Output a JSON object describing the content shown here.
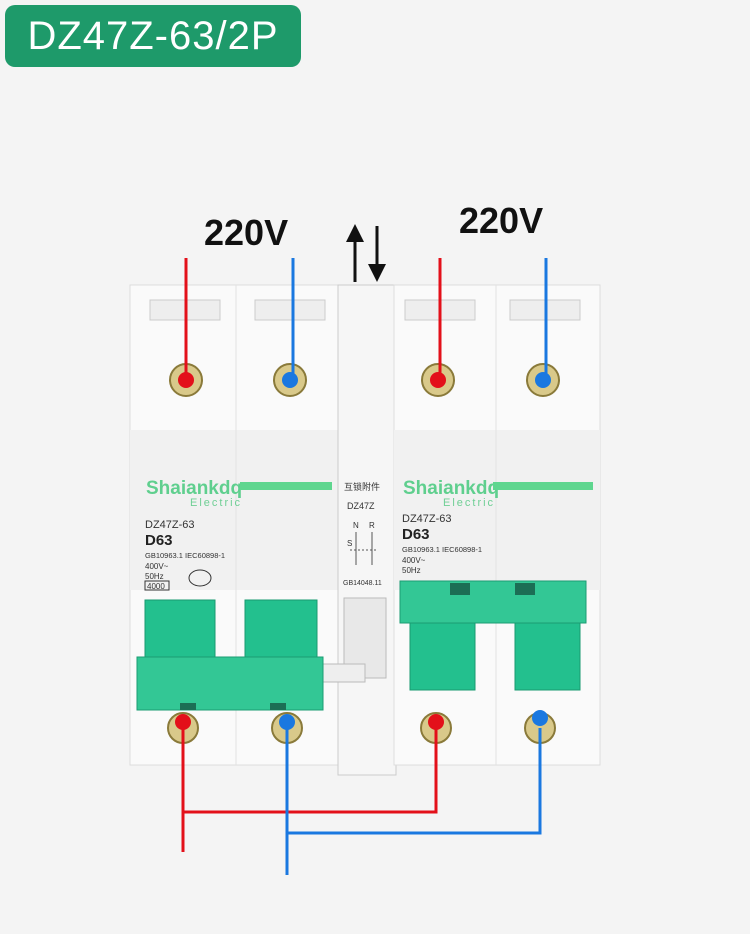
{
  "title": "DZ47Z-63/2P",
  "labels": {
    "left_voltage": "220V",
    "right_voltage": "220V"
  },
  "breaker": {
    "brand": "Shaiankdq",
    "brand_sub": "Electric",
    "model": "DZ47Z-63",
    "rating": "D63",
    "standards": "GB10963.1 IEC60898-1",
    "voltage": "400V~",
    "frequency": "50Hz",
    "capacity": "4000"
  },
  "interlock": {
    "name_cn": "互锁附件",
    "model": "DZ47Z",
    "n_label": "N",
    "r_label": "R",
    "s_label": "S",
    "standard": "GB14048.11"
  },
  "colors": {
    "accent": "#1e9a6a",
    "handle": "#22c08e",
    "live_wire": "#e3101a",
    "neutral_wire": "#1a78e0"
  },
  "states": {
    "left_breaker": "off",
    "right_breaker": "on"
  }
}
